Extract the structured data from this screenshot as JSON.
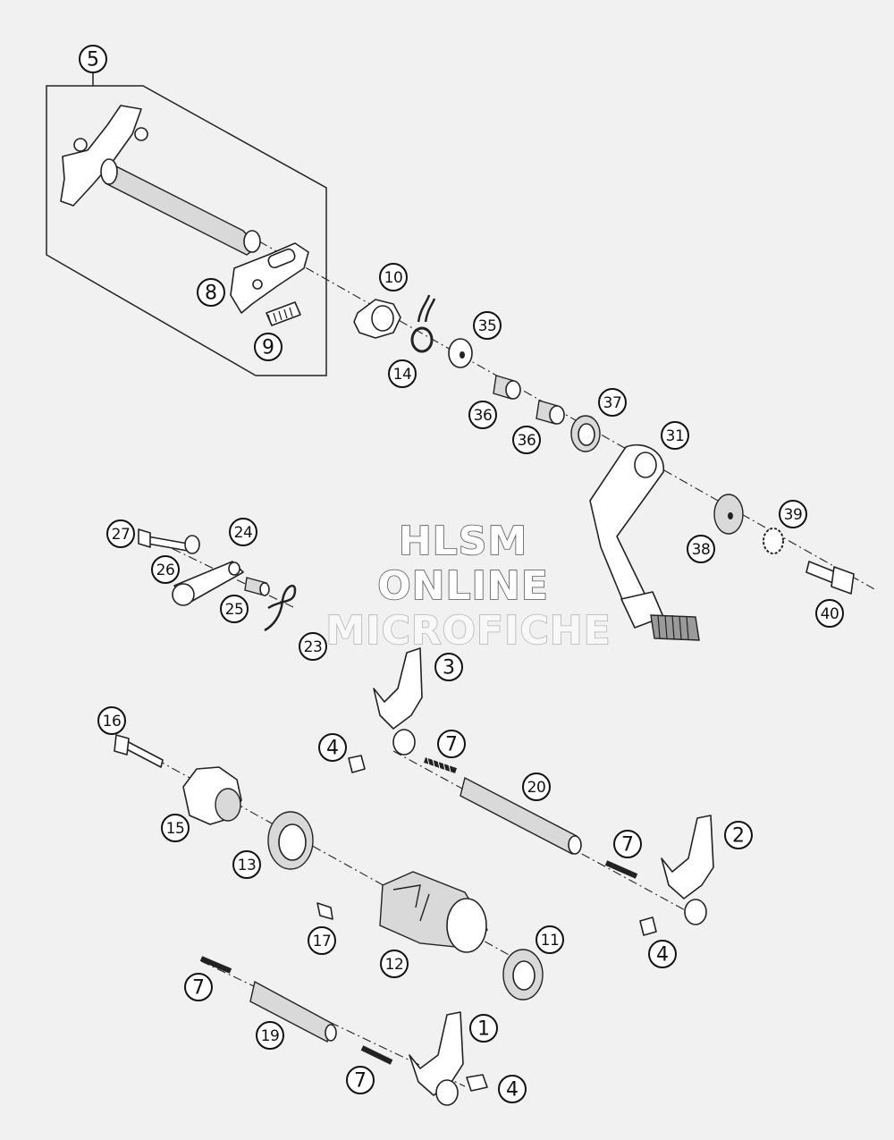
{
  "watermark": {
    "line1": "HLSM",
    "line2": "ONLINE",
    "line3": "MICROFICHE"
  },
  "callouts": [
    {
      "id": "c5",
      "label": "5"
    },
    {
      "id": "c8",
      "label": "8"
    },
    {
      "id": "c9",
      "label": "9"
    },
    {
      "id": "c10",
      "label": "10"
    },
    {
      "id": "c14",
      "label": "14"
    },
    {
      "id": "c35",
      "label": "35"
    },
    {
      "id": "c36a",
      "label": "36"
    },
    {
      "id": "c36b",
      "label": "36"
    },
    {
      "id": "c37",
      "label": "37"
    },
    {
      "id": "c31",
      "label": "31"
    },
    {
      "id": "c39",
      "label": "39"
    },
    {
      "id": "c38",
      "label": "38"
    },
    {
      "id": "c40",
      "label": "40"
    },
    {
      "id": "c27",
      "label": "27"
    },
    {
      "id": "c24",
      "label": "24"
    },
    {
      "id": "c26",
      "label": "26"
    },
    {
      "id": "c25",
      "label": "25"
    },
    {
      "id": "c23",
      "label": "23"
    },
    {
      "id": "c3",
      "label": "3"
    },
    {
      "id": "c4a",
      "label": "4"
    },
    {
      "id": "c7a",
      "label": "7"
    },
    {
      "id": "c16",
      "label": "16"
    },
    {
      "id": "c20",
      "label": "20"
    },
    {
      "id": "c15",
      "label": "15"
    },
    {
      "id": "c13",
      "label": "13"
    },
    {
      "id": "c7b",
      "label": "7"
    },
    {
      "id": "c2",
      "label": "2"
    },
    {
      "id": "c17",
      "label": "17"
    },
    {
      "id": "c11",
      "label": "11"
    },
    {
      "id": "c12",
      "label": "12"
    },
    {
      "id": "c4b",
      "label": "4"
    },
    {
      "id": "c7c",
      "label": "7"
    },
    {
      "id": "c19",
      "label": "19"
    },
    {
      "id": "c1",
      "label": "1"
    },
    {
      "id": "c7d",
      "label": "7"
    },
    {
      "id": "c4c",
      "label": "4"
    }
  ]
}
